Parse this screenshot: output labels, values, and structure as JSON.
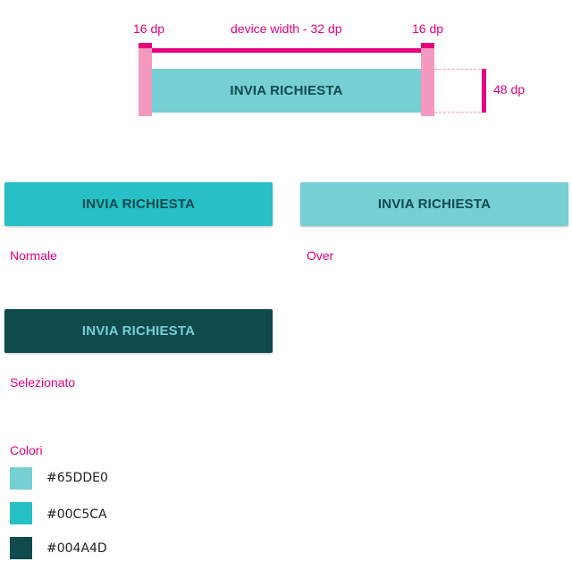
{
  "spec": {
    "left_margin": "16 dp",
    "right_margin": "16 dp",
    "width_label": "device width - 32 dp",
    "height_label": "48 dp",
    "button_label": "INVIA RICHIESTA"
  },
  "states": [
    {
      "label": "Normale",
      "button_label": "INVIA RICHIESTA",
      "bg": "#26C0C6",
      "fg": "#0F4A4D"
    },
    {
      "label": "Over",
      "button_label": "INVIA RICHIESTA",
      "bg": "#75CFD3",
      "fg": "#0F4A4D"
    },
    {
      "label": "Selezionato",
      "button_label": "INVIA RICHIESTA",
      "bg": "#0F4A4D",
      "fg": "#75CFD3"
    }
  ],
  "colors": {
    "title": "Colori",
    "items": [
      {
        "hex": "#65DDE0",
        "swatch": "#75CFD3"
      },
      {
        "hex": "#00C5CA",
        "swatch": "#26C0C6"
      },
      {
        "hex": "#004A4D",
        "swatch": "#0F4A4D"
      }
    ]
  },
  "accent": "#E6007E"
}
